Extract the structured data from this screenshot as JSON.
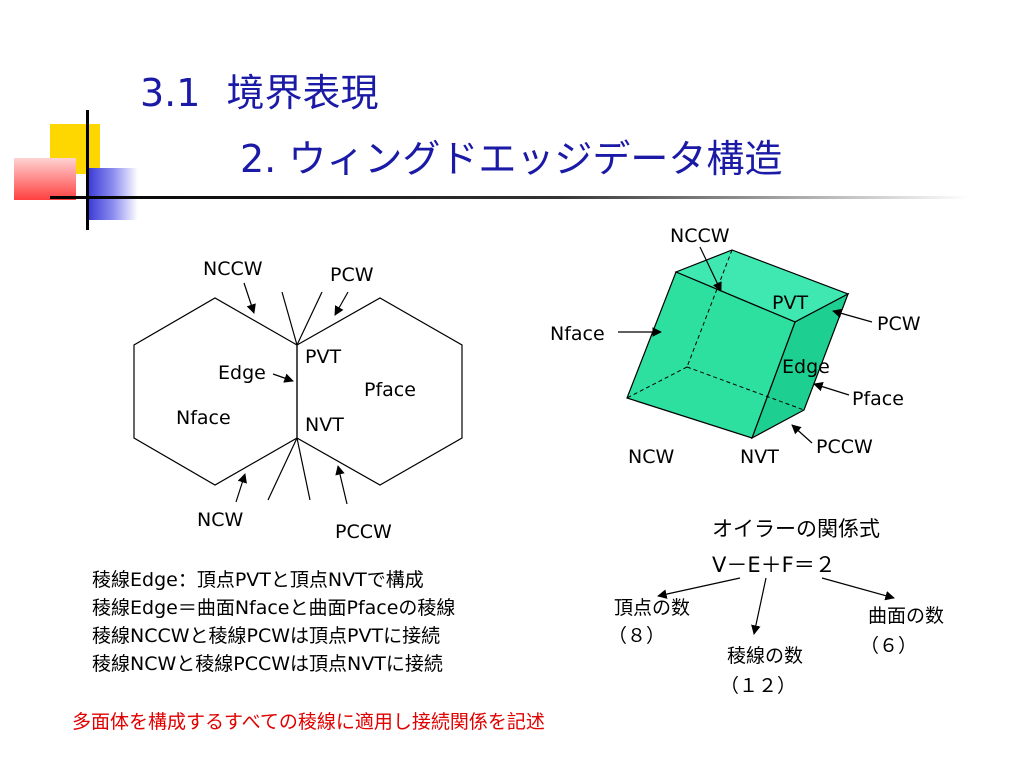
{
  "title": {
    "number": "3.1",
    "main": "境界表現",
    "sub": "2. ウィングドエッジデータ構造"
  },
  "hex_diagram": {
    "labels": {
      "nccw": "NCCW",
      "pcw": "PCW",
      "pvt": "PVT",
      "edge": "Edge",
      "pface": "Pface",
      "nface": "Nface",
      "nvt": "NVT",
      "ncw": "NCW",
      "pccw": "PCCW"
    }
  },
  "cube_diagram": {
    "fill_color": "#2ee0a0",
    "labels": {
      "nccw": "NCCW",
      "pvt": "PVT",
      "pcw": "PCW",
      "nface": "Nface",
      "edge": "Edge",
      "pface": "Pface",
      "pccw": "PCCW",
      "ncw": "NCW",
      "nvt": "NVT"
    }
  },
  "euler": {
    "title": "オイラーの関係式",
    "formula": "V－E＋F＝２",
    "vertex_label": "頂点の数",
    "vertex_count": "（８）",
    "edge_label": "稜線の数",
    "edge_count": "（１２）",
    "face_label": "曲面の数",
    "face_count": "（６）"
  },
  "description": [
    "稜線Edge：頂点PVTと頂点NVTで構成",
    "稜線Edge＝曲面Nfaceと曲面Pfaceの稜線",
    "稜線NCCWと稜線PCWは頂点PVTに接続",
    "稜線NCWと稜線PCCWは頂点NVTに接続"
  ],
  "note": "多面体を構成するすべての稜線に適用し接続関係を記述",
  "colors": {
    "title": "#1a1aa6",
    "note": "#e00000",
    "deco_yellow": "#ffd700",
    "deco_blue": "#3b3bd6",
    "deco_red": "#ff4040"
  }
}
